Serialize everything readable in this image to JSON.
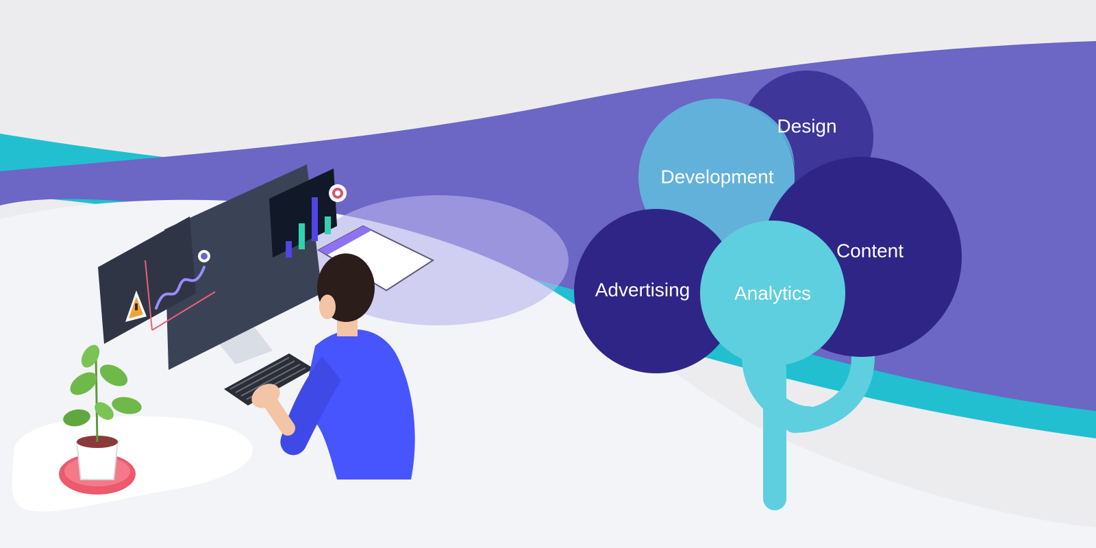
{
  "palette": {
    "background": "#ececef",
    "purple_band": "#6c66c4",
    "teal_band": "#22bfd1",
    "dark_navy": "#2f2587",
    "mid_navy": "#3e3699",
    "light_blue": "#62b1da",
    "cyan": "#5ecfde",
    "person_shirt": "#4755ff",
    "plant_pot_base": "#ec5a6d",
    "plant_leaf": "#6fb84a"
  },
  "tree": {
    "bubbles": [
      {
        "id": "design",
        "label": "Design"
      },
      {
        "id": "development",
        "label": "Development"
      },
      {
        "id": "content",
        "label": "Content"
      },
      {
        "id": "advertising",
        "label": "Advertising"
      },
      {
        "id": "analytics",
        "label": "Analytics"
      }
    ]
  },
  "icons": {
    "warning": "warning-triangle-icon",
    "target": "target-icon"
  }
}
